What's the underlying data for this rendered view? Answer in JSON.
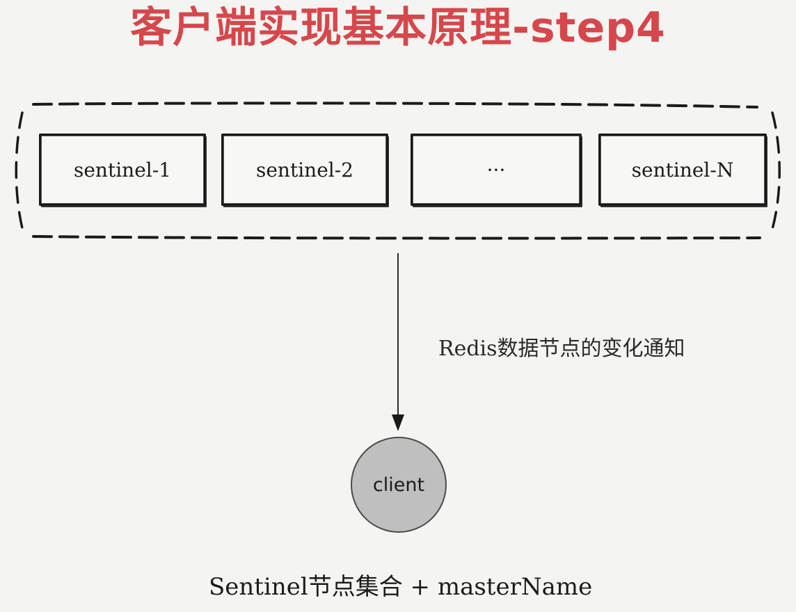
{
  "title": "客户端实现基本原理-step4",
  "sentinels": [
    {
      "label": "sentinel-1"
    },
    {
      "label": "sentinel-2"
    },
    {
      "label": "···"
    },
    {
      "label": "sentinel-N"
    }
  ],
  "arrow_label": "Redis数据节点的变化通知",
  "client_label": "client",
  "caption": "Sentinel节点集合 + masterName"
}
